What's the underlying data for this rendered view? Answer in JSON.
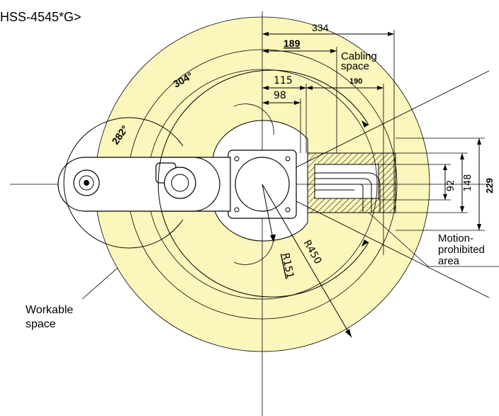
{
  "title": "HSS-4545*G>",
  "colors": {
    "workspace_fill": "#fbf6bc",
    "line": "#000000",
    "robot_fill": "#ffffff"
  },
  "dimensions": {
    "d334": "334",
    "d189": "189",
    "d115": "115",
    "d98": "98",
    "d190": "190",
    "d92": "92",
    "d148": "148",
    "d229": "229"
  },
  "angles": {
    "a304": "304°",
    "a282": "282°"
  },
  "radii": {
    "r450": "R450",
    "r151": "R151"
  },
  "labels": {
    "cabling_line1": "Cabling",
    "cabling_line2": "space",
    "motion_line1": "Motion-",
    "motion_line2": "prohibited",
    "motion_line3": "area",
    "workable_line1": "Workable",
    "workable_line2": "space"
  }
}
